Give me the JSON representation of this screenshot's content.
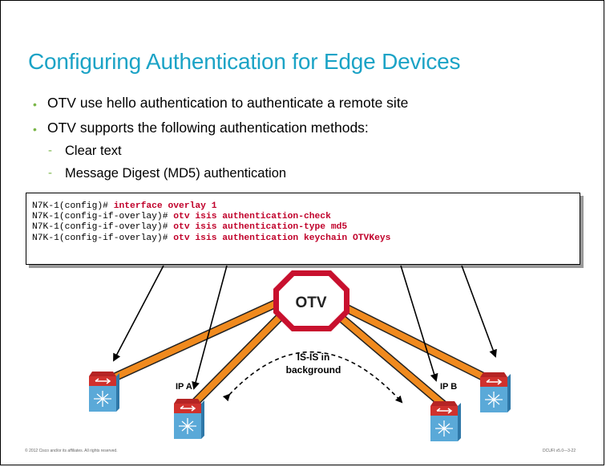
{
  "slide": {
    "title": "Configuring Authentication for Edge Devices",
    "bullets": [
      "OTV use hello authentication to authenticate a remote site",
      "OTV supports the following authentication methods:"
    ],
    "sub_bullets": [
      "Clear text",
      "Message Digest (MD5) authentication"
    ],
    "cli": [
      {
        "prompt": "N7K-1(config)# ",
        "command": "interface overlay 1"
      },
      {
        "prompt": "N7K-1(config-if-overlay)# ",
        "command": "otv isis authentication-check"
      },
      {
        "prompt": "N7K-1(config-if-overlay)# ",
        "command": "otv isis authentication-type md5"
      },
      {
        "prompt": "N7K-1(config-if-overlay)# ",
        "command": "otv isis authentication keychain OTVKeys"
      }
    ]
  },
  "diagram": {
    "otv_label": "OTV",
    "isis_label_line1": "IS-IS in",
    "isis_label_line2": "background",
    "ip_a": "IP A",
    "ip_b": "IP B",
    "colors": {
      "link": "#f08a1e",
      "octagon": "#c8102e",
      "switch_body": "#5aa9d8",
      "switch_top": "#d0312d"
    },
    "icons": [
      "otv-stop-sign-icon",
      "switch-icon"
    ]
  },
  "footer": {
    "copyright": "© 2012 Cisco and/or its affiliates. All rights reserved.",
    "course": "DCUFI v5.0—3-22"
  }
}
